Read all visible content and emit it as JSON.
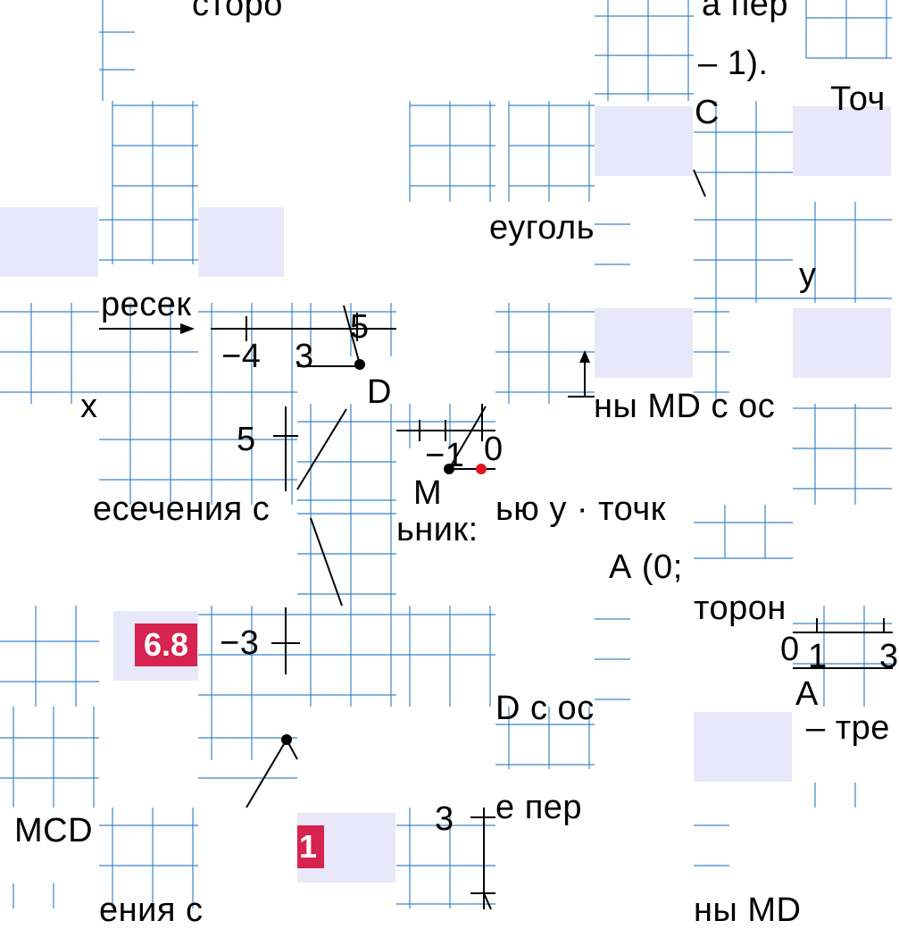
{
  "fragments": {
    "f01": "сторо",
    "f02": "а пер",
    "f03": "– 1).",
    "f04": "С",
    "f05": "Точ",
    "f06": "еуголь",
    "f07": "у",
    "f08": "ресек",
    "f09": "−4",
    "f10": "3",
    "f11": "5",
    "f12": "D",
    "f13": "х",
    "f14": "ны МD с ос",
    "f15": "5",
    "f16": "−1",
    "f17": "0",
    "f18": "М",
    "f19": "есечения с",
    "f20": "ью у · точк",
    "f21": "ьник:",
    "f22": "А (0;",
    "f23": "−3",
    "f24": "торон",
    "f25": "0",
    "f26": "1",
    "f27": "3",
    "f28": "А",
    "f29": "D с ос",
    "f30": "– тре",
    "f31": "МСD",
    "f32": "3",
    "f33": "е пер",
    "f34": "ения с",
    "f35": "ны МD"
  },
  "badges": {
    "b1": "6.8",
    "b2": "1"
  },
  "colors": {
    "grid": "#3a84c8",
    "highlight": "#e8e8fa",
    "badge": "#d6234f",
    "point_black": "#000000",
    "point_red": "#e0141e"
  },
  "icons": {
    "arrow": "arrow-right-icon",
    "point": "dot-icon"
  }
}
